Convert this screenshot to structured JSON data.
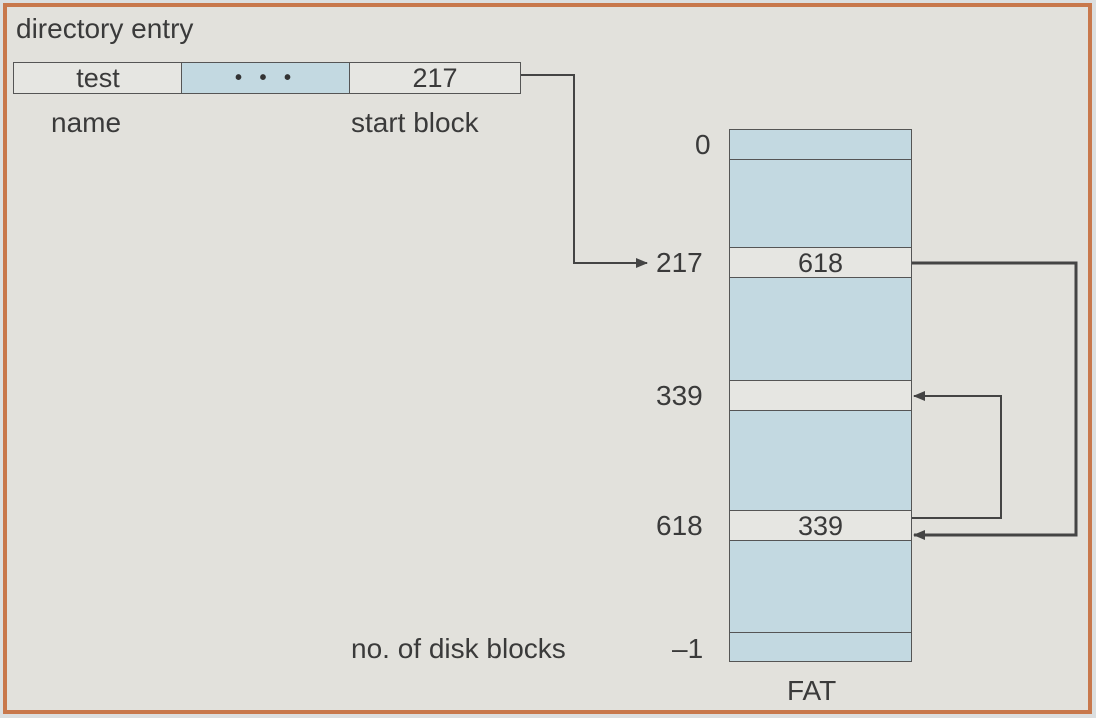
{
  "directory_entry": {
    "label": "directory entry",
    "name_value": "test",
    "ellipsis": "• • •",
    "start_block_value": "217",
    "name_caption": "name",
    "start_block_caption": "start block"
  },
  "fat": {
    "caption": "FAT",
    "index_labels": {
      "top": "0",
      "block_217": "217",
      "block_339": "339",
      "block_618": "618",
      "disk_blocks_caption": "no. of disk blocks",
      "last": "–1"
    },
    "entries": {
      "entry_217": "618",
      "entry_618": "339"
    }
  },
  "colors": {
    "frame_border": "#c8784c",
    "background": "#e2e1dc",
    "fat_fill": "#c3d9e1",
    "line": "#444444"
  }
}
